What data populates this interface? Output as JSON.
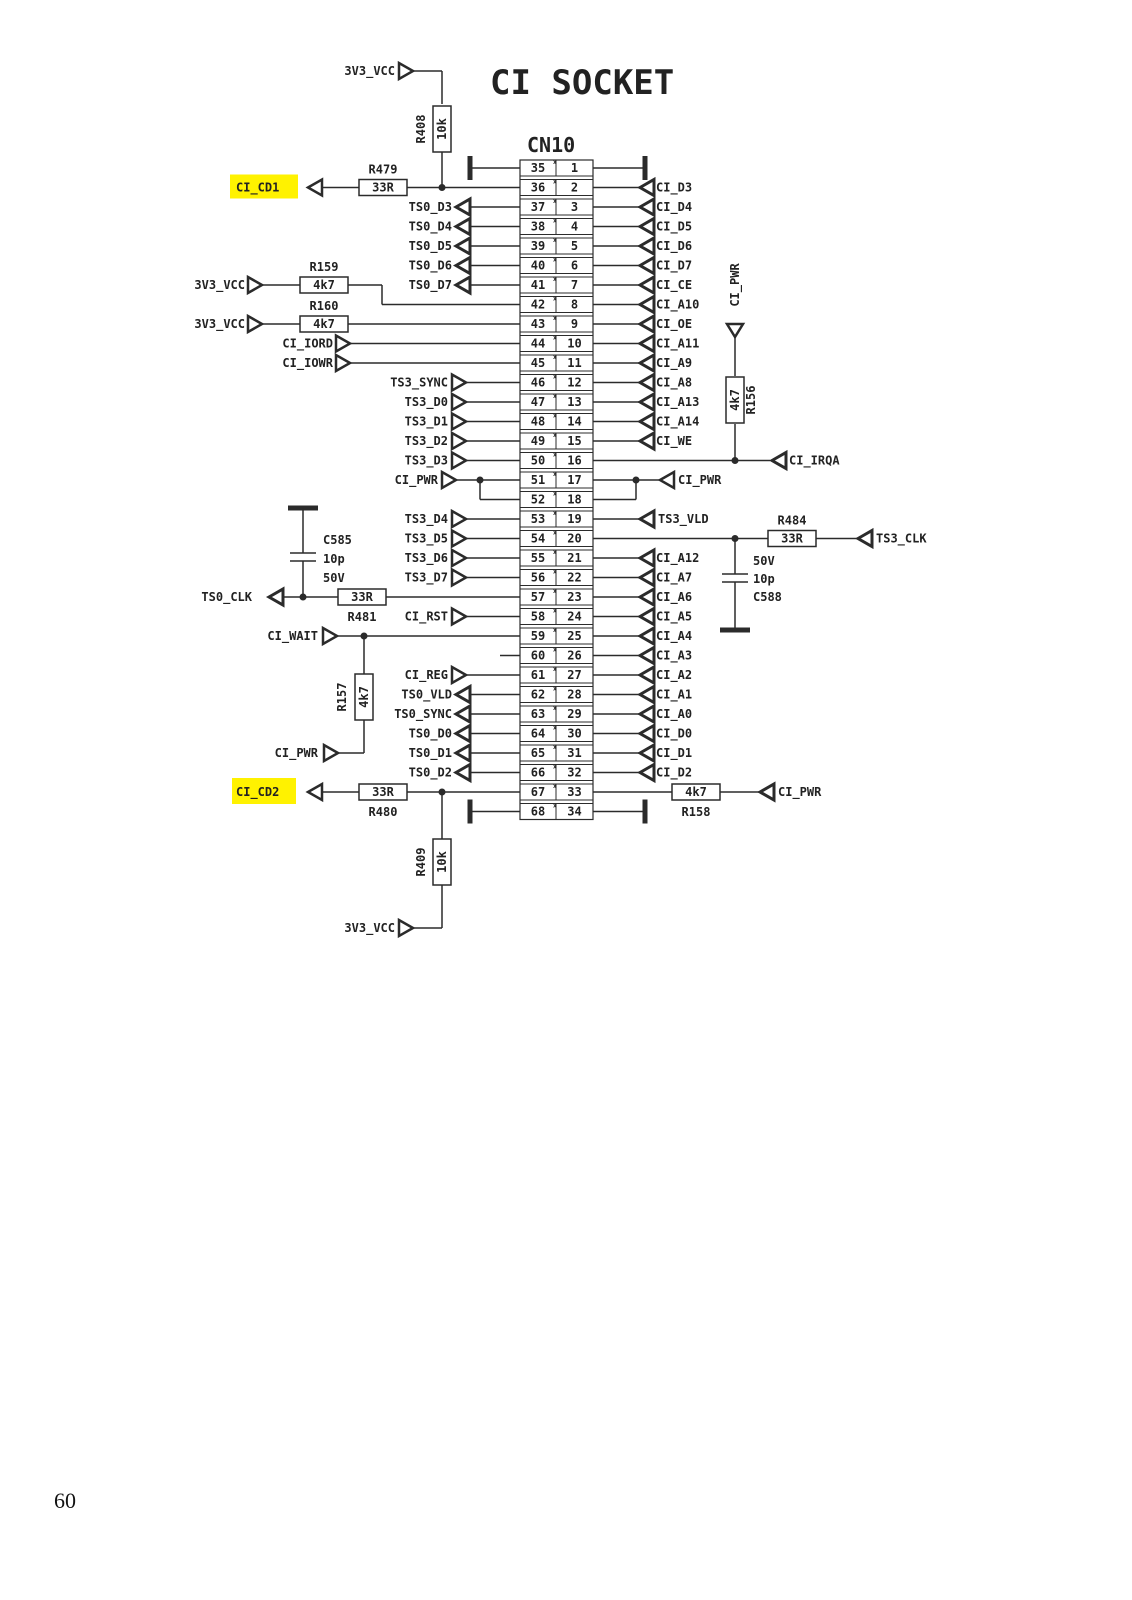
{
  "page": {
    "number": "60"
  },
  "diagram": {
    "title": "CI SOCKET",
    "connector_ref": "CN10",
    "highlight_color": "#fff200",
    "wire_color": "#2b2b2b",
    "pins_left": [
      "35",
      "36",
      "37",
      "38",
      "39",
      "40",
      "41",
      "42",
      "43",
      "44",
      "45",
      "46",
      "47",
      "48",
      "49",
      "50",
      "51",
      "52",
      "53",
      "54",
      "55",
      "56",
      "57",
      "58",
      "59",
      "60",
      "61",
      "62",
      "63",
      "64",
      "65",
      "66",
      "67",
      "68"
    ],
    "pins_right": [
      "1",
      "2",
      "3",
      "4",
      "5",
      "6",
      "7",
      "8",
      "9",
      "10",
      "11",
      "12",
      "13",
      "14",
      "15",
      "16",
      "17",
      "18",
      "19",
      "20",
      "21",
      "22",
      "23",
      "24",
      "25",
      "26",
      "27",
      "28",
      "29",
      "30",
      "31",
      "32",
      "33",
      "34"
    ],
    "left_signals": [
      "TS0_D3",
      "TS0_D4",
      "TS0_D5",
      "TS0_D6",
      "TS0_D7",
      "CI_IORD",
      "CI_IOWR",
      "TS3_SYNC",
      "TS3_D0",
      "TS3_D1",
      "TS3_D2",
      "TS3_D3",
      "CI_PWR",
      "TS3_D4",
      "TS3_D5",
      "TS3_D6",
      "TS3_D7",
      "CI_RST",
      "CI_WAIT",
      "CI_REG",
      "TS0_VLD",
      "TS0_SYNC",
      "TS0_D0",
      "TS0_D1",
      "TS0_D2",
      "CI_PWR"
    ],
    "right_signals": [
      "CI_D3",
      "CI_D4",
      "CI_D5",
      "CI_D6",
      "CI_D7",
      "CI_CE",
      "CI_A10",
      "CI_OE",
      "CI_A11",
      "CI_A9",
      "CI_A8",
      "CI_A13",
      "CI_A14",
      "CI_WE",
      "CI_IRQA",
      "CI_PWR",
      "TS3_VLD",
      "TS3_CLK",
      "CI_A12",
      "CI_A7",
      "CI_A6",
      "CI_A5",
      "CI_A4",
      "CI_A3",
      "CI_A2",
      "CI_A1",
      "CI_A0",
      "CI_D0",
      "CI_D1",
      "CI_D2",
      "CI_PWR",
      "CI_PWR"
    ],
    "power_signals": [
      "3V3_VCC",
      "3V3_VCC",
      "3V3_VCC",
      "3V3_VCC"
    ],
    "highlighted_signals": [
      "CI_CD1",
      "CI_CD2"
    ],
    "clock_signals": [
      "TS0_CLK"
    ],
    "resistors": [
      {
        "ref": "R408",
        "value": "10k"
      },
      {
        "ref": "R479",
        "value": "33R"
      },
      {
        "ref": "R159",
        "value": "4k7"
      },
      {
        "ref": "R160",
        "value": "4k7"
      },
      {
        "ref": "R156",
        "value": "4k7"
      },
      {
        "ref": "R484",
        "value": "33R"
      },
      {
        "ref": "R481",
        "value": "33R"
      },
      {
        "ref": "R157",
        "value": "4k7"
      },
      {
        "ref": "R480",
        "value": "33R"
      },
      {
        "ref": "R409",
        "value": "10k"
      },
      {
        "ref": "R158",
        "value": "4k7"
      }
    ],
    "capacitors": [
      {
        "ref": "C585",
        "value": "10p",
        "voltage": "50V"
      },
      {
        "ref": "C588",
        "value": "10p",
        "voltage": "50V"
      }
    ]
  }
}
